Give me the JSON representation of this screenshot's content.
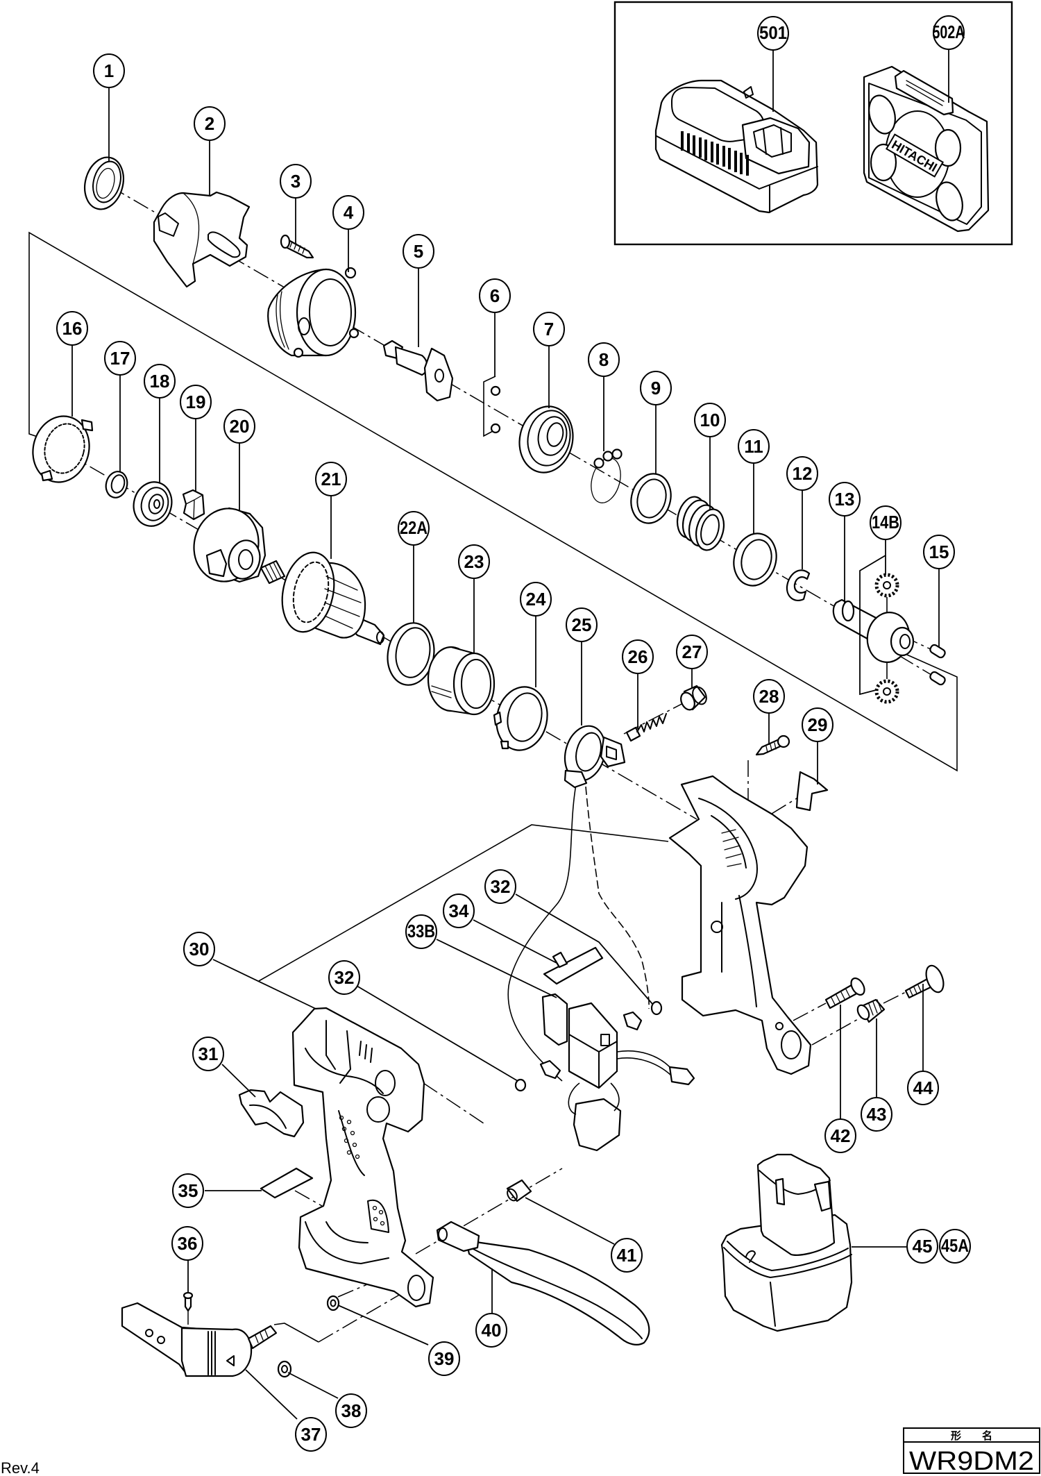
{
  "revision": "Rev.4",
  "title_block": {
    "label": "形　　名",
    "model": "WR9DM2"
  },
  "accessories": {
    "case_logo": "HITACHI"
  },
  "callouts": {
    "n1": "1",
    "n2": "2",
    "n3": "3",
    "n4": "4",
    "n5": "5",
    "n6": "6",
    "n7": "7",
    "n8": "8",
    "n9": "9",
    "n10": "10",
    "n11": "11",
    "n12": "12",
    "n13": "13",
    "n14B": "14B",
    "n15": "15",
    "n16": "16",
    "n17": "17",
    "n18": "18",
    "n19": "19",
    "n20": "20",
    "n21": "21",
    "n22A": "22A",
    "n23": "23",
    "n24": "24",
    "n25": "25",
    "n26": "26",
    "n27": "27",
    "n28": "28",
    "n29": "29",
    "n30": "30",
    "n31": "31",
    "n32_upper": "32",
    "n32_lower": "32",
    "n33B": "33B",
    "n34": "34",
    "n35": "35",
    "n36": "36",
    "n37": "37",
    "n38": "38",
    "n39": "39",
    "n40": "40",
    "n41": "41",
    "n42": "42",
    "n43": "43",
    "n44": "44",
    "n45": "45",
    "n45A": "45A",
    "n501": "501",
    "n502A": "502A"
  }
}
